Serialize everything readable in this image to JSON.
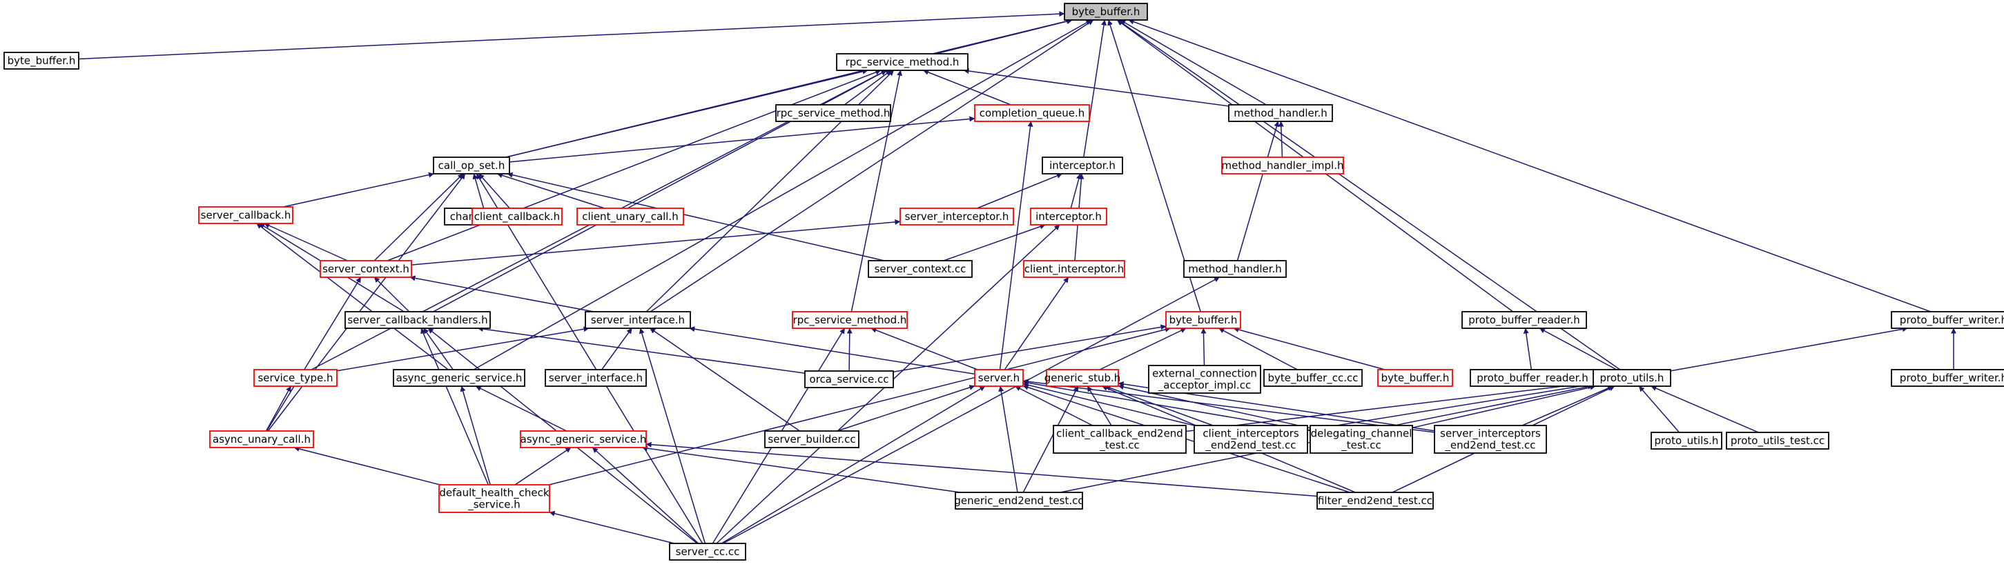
{
  "colors": {
    "edge": "#191970",
    "root_fill": "#bfbfbf",
    "red_border": "#ff0000",
    "black_border": "#000000"
  },
  "nodes": [
    {
      "id": "root",
      "label": [
        "byte_buffer.h"
      ],
      "border": "root"
    },
    {
      "id": "bb_left",
      "label": [
        "byte_buffer.h"
      ],
      "border": "black"
    },
    {
      "id": "rsm",
      "label": [
        "rpc_service_method.h"
      ],
      "border": "black"
    },
    {
      "id": "rsm2",
      "label": [
        "rpc_service_method.h"
      ],
      "border": "black"
    },
    {
      "id": "cq",
      "label": [
        "completion_queue.h"
      ],
      "border": "red"
    },
    {
      "id": "mh",
      "label": [
        "method_handler.h"
      ],
      "border": "black"
    },
    {
      "id": "mhi",
      "label": [
        "method_handler_impl.h"
      ],
      "border": "red"
    },
    {
      "id": "cos",
      "label": [
        "call_op_set.h"
      ],
      "border": "black"
    },
    {
      "id": "intc",
      "label": [
        "interceptor.h"
      ],
      "border": "black"
    },
    {
      "id": "scb",
      "label": [
        "server_callback.h"
      ],
      "border": "red"
    },
    {
      "id": "ccc",
      "label": [
        "channel_cc.cc"
      ],
      "border": "black"
    },
    {
      "id": "ccb",
      "label": [
        "client_callback.h"
      ],
      "border": "red"
    },
    {
      "id": "cuc",
      "label": [
        "client_unary_call.h"
      ],
      "border": "red"
    },
    {
      "id": "si",
      "label": [
        "server_interceptor.h"
      ],
      "border": "red"
    },
    {
      "id": "intc2",
      "label": [
        "interceptor.h"
      ],
      "border": "red"
    },
    {
      "id": "sctx",
      "label": [
        "server_context.h"
      ],
      "border": "red"
    },
    {
      "id": "sctxcc",
      "label": [
        "server_context.cc"
      ],
      "border": "black"
    },
    {
      "id": "ci",
      "label": [
        "client_interceptor.h"
      ],
      "border": "red"
    },
    {
      "id": "mh2",
      "label": [
        "method_handler.h"
      ],
      "border": "black"
    },
    {
      "id": "scbh",
      "label": [
        "server_callback_handlers.h"
      ],
      "border": "black"
    },
    {
      "id": "sif",
      "label": [
        "server_interface.h"
      ],
      "border": "black"
    },
    {
      "id": "rsm3",
      "label": [
        "rpc_service_method.h"
      ],
      "border": "red"
    },
    {
      "id": "bb3",
      "label": [
        "byte_buffer.h"
      ],
      "border": "red"
    },
    {
      "id": "pbr",
      "label": [
        "proto_buffer_reader.h"
      ],
      "border": "black"
    },
    {
      "id": "pbw",
      "label": [
        "proto_buffer_writer.h"
      ],
      "border": "black"
    },
    {
      "id": "st",
      "label": [
        "service_type.h"
      ],
      "border": "red"
    },
    {
      "id": "ags",
      "label": [
        "async_generic_service.h"
      ],
      "border": "black"
    },
    {
      "id": "sif2",
      "label": [
        "server_interface.h"
      ],
      "border": "black"
    },
    {
      "id": "orca",
      "label": [
        "orca_service.cc"
      ],
      "border": "black"
    },
    {
      "id": "sh",
      "label": [
        "server.h"
      ],
      "border": "red"
    },
    {
      "id": "gs",
      "label": [
        "generic_stub.h"
      ],
      "border": "red"
    },
    {
      "id": "eca",
      "label": [
        "external_connection",
        "_acceptor_impl.cc"
      ],
      "border": "black"
    },
    {
      "id": "bbcc",
      "label": [
        "byte_buffer_cc.cc"
      ],
      "border": "black"
    },
    {
      "id": "bb4",
      "label": [
        "byte_buffer.h"
      ],
      "border": "red"
    },
    {
      "id": "pbr2",
      "label": [
        "proto_buffer_reader.h"
      ],
      "border": "black"
    },
    {
      "id": "pu",
      "label": [
        "proto_utils.h"
      ],
      "border": "black"
    },
    {
      "id": "pbw2",
      "label": [
        "proto_buffer_writer.h"
      ],
      "border": "black"
    },
    {
      "id": "auc",
      "label": [
        "async_unary_call.h"
      ],
      "border": "red"
    },
    {
      "id": "ags2",
      "label": [
        "async_generic_service.h"
      ],
      "border": "red"
    },
    {
      "id": "sbc",
      "label": [
        "server_builder.cc"
      ],
      "border": "black"
    },
    {
      "id": "cce2e",
      "label": [
        "client_callback_end2end",
        "_test.cc"
      ],
      "border": "black"
    },
    {
      "id": "cie2e",
      "label": [
        "client_interceptors",
        "_end2end_test.cc"
      ],
      "border": "black"
    },
    {
      "id": "dct",
      "label": [
        "delegating_channel",
        "_test.cc"
      ],
      "border": "black"
    },
    {
      "id": "sie2e",
      "label": [
        "server_interceptors",
        "_end2end_test.cc"
      ],
      "border": "black"
    },
    {
      "id": "pu2",
      "label": [
        "proto_utils.h"
      ],
      "border": "black"
    },
    {
      "id": "put",
      "label": [
        "proto_utils_test.cc"
      ],
      "border": "black"
    },
    {
      "id": "dhc",
      "label": [
        "default_health_check",
        "_service.h"
      ],
      "border": "red"
    },
    {
      "id": "ge2e",
      "label": [
        "generic_end2end_test.cc"
      ],
      "border": "black"
    },
    {
      "id": "fe2e",
      "label": [
        "filter_end2end_test.cc"
      ],
      "border": "black"
    },
    {
      "id": "scc",
      "label": [
        "server_cc.cc"
      ],
      "border": "black"
    }
  ]
}
